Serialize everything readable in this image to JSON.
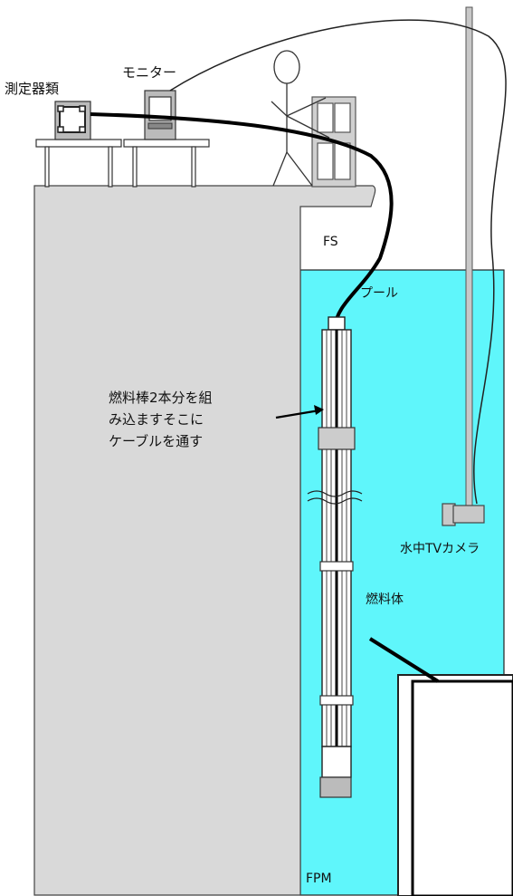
{
  "labels": {
    "measurement": "測定器類",
    "monitor": "モニター",
    "fs": "FS",
    "pool": "プール",
    "note_line1": "燃料棒2本分を組",
    "note_line2": "み込ますそこに",
    "note_line3": "ケーブルを通す",
    "camera": "水中TVカメラ",
    "fuel_assembly": "燃料体",
    "fpm": "FPM"
  },
  "colors": {
    "pool_water": "#5ff6fb",
    "concrete": "#d9d9d9",
    "outline": "#222222",
    "rod_fill": "#ffffff",
    "camera_fill": "#c8c8c8"
  },
  "icons": {
    "measurement": "instrument-box-icon",
    "monitor": "monitor-icon",
    "operator": "stick-figure-icon",
    "cabinet": "cabinet-icon",
    "camera": "camera-icon"
  }
}
